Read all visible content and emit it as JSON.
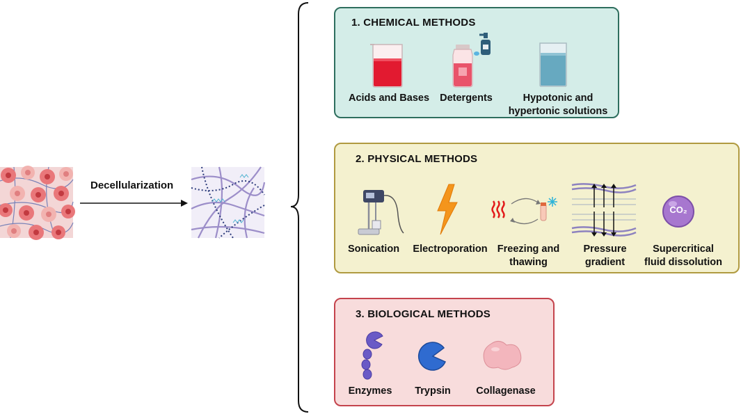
{
  "left": {
    "arrow_label": "Decellularization"
  },
  "colors": {
    "chemical_bg": "#d4ede8",
    "chemical_border": "#2e6e5e",
    "physical_bg": "#f4f1cf",
    "physical_border": "#b09a40",
    "biological_bg": "#f8dcdc",
    "biological_border": "#c4434c"
  },
  "chemical": {
    "title": "1.  CHEMICAL METHODS",
    "items": [
      {
        "line1": "Acids and Bases",
        "line2": "",
        "icon": "beaker-icon"
      },
      {
        "line1": "Detergents",
        "line2": "",
        "icon": "detergent-bottle-icon"
      },
      {
        "line1": "Hypotonic and",
        "line2": "hypertonic solutions",
        "icon": "glass-icon"
      }
    ]
  },
  "physical": {
    "title": "2.  PHYSICAL METHODS",
    "items": [
      {
        "line1": "Sonication",
        "line2": "",
        "icon": "sonicator-icon"
      },
      {
        "line1": "Electroporation",
        "line2": "",
        "icon": "lightning-icon"
      },
      {
        "line1": "Freezing and",
        "line2": "thawing",
        "icon": "freeze-thaw-icon"
      },
      {
        "line1": "Pressure",
        "line2": "gradient",
        "icon": "pressure-icon"
      },
      {
        "line1": "Supercritical",
        "line2": "fluid dissolution",
        "icon": "co2-icon",
        "icon_text": "CO₂"
      }
    ]
  },
  "biological": {
    "title": "3.  BIOLOGICAL METHODS",
    "items": [
      {
        "line1": "Enzymes",
        "line2": "",
        "icon": "enzyme-chain-icon"
      },
      {
        "line1": "Trypsin",
        "line2": "",
        "icon": "trypsin-icon"
      },
      {
        "line1": "Collagenase",
        "line2": "",
        "icon": "collagenase-icon"
      }
    ]
  }
}
